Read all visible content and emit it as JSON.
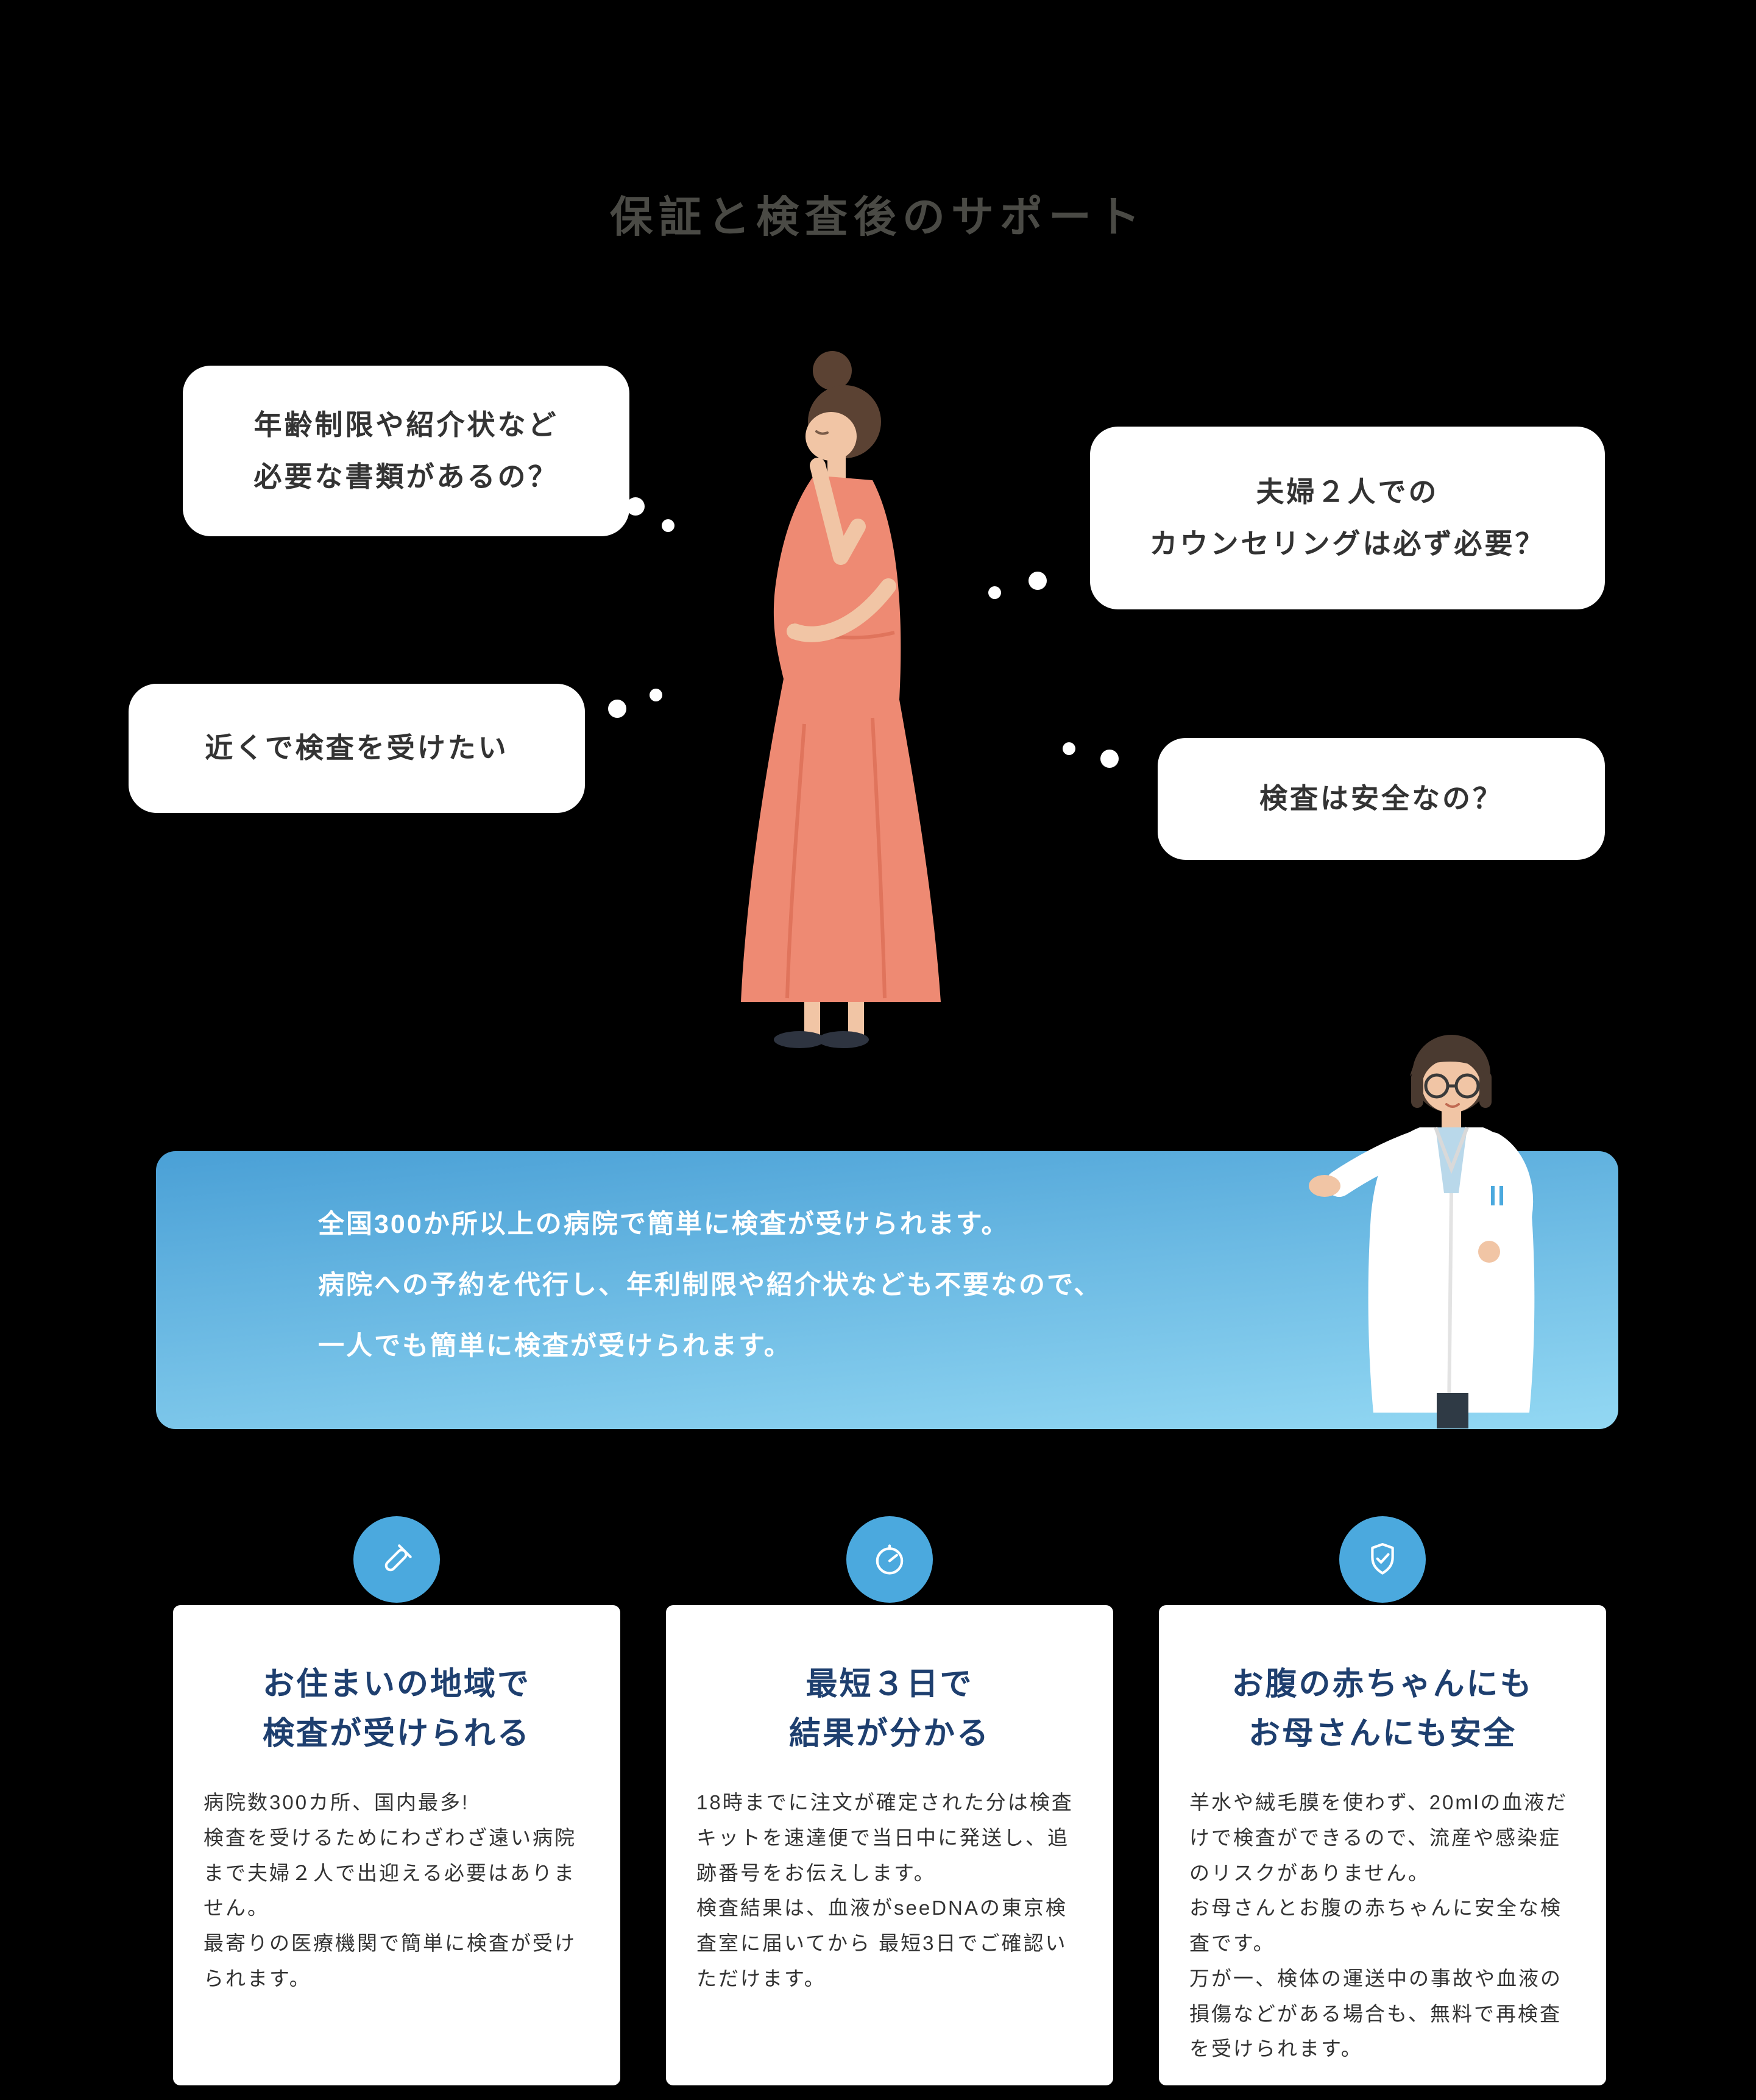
{
  "page": {
    "title": "保証と検査後のサポート"
  },
  "thought_bubbles": [
    {
      "name": "documents",
      "text": "年齢制限や紹介状など\n必要な書類があるの？"
    },
    {
      "name": "counseling",
      "text": "夫婦２人での\nカウンセリングは必ず必要？"
    },
    {
      "name": "nearby",
      "text": "近くで検査を受けたい"
    },
    {
      "name": "safety",
      "text": "検査は安全なの？"
    }
  ],
  "banner": {
    "text": "全国300か所以上の病院で簡単に検査が受けられます。\n病院への予約を代行し、年利制限や紹介状なども不要なので、\n一人でも簡単に検査が受けられます。"
  },
  "cards": [
    {
      "icon": "test-tube-icon",
      "title": "お住まいの地域で\n検査が受けられる",
      "body": "病院数300カ所、国内最多!\n検査を受けるためにわざわざ遠い病院まで夫婦２人で出迎える必要はありません。\n最寄りの医療機関で簡単に検査が受けられます。"
    },
    {
      "icon": "timer-icon",
      "title": "最短３日で\n結果が分かる",
      "body": "18時までに注文が確定された分は検査キットを速達便で当日中に発送し、追跡番号をお伝えします。\n検査結果は、血液がseeDNAの東京検査室に届いてから 最短3日でご確認いただけます。"
    },
    {
      "icon": "shield-check-icon",
      "title": "お腹の赤ちゃんにも\nお母さんにも安全",
      "body": "羊水や絨毛膜を使わず、20mlの血液だけで検査ができるので、流産や感染症のリスクがありません。\nお母さんとお腹の赤ちゃんに安全な検査です。\n万が一、検体の運送中の事故や血液の損傷などがある場合も、無料で再検査を受けられます。"
    }
  ],
  "illustrations": [
    {
      "name": "pregnant-woman-illustration"
    },
    {
      "name": "doctor-illustration"
    }
  ],
  "colors": {
    "background": "#000000",
    "accent_blue": "#4ba9de",
    "card_title_navy": "#1e3f6f",
    "banner_gradient_top": "#4aa0d6",
    "banner_gradient_bottom": "#93d8f3",
    "bubble_background": "#ffffff",
    "body_text": "#333333",
    "dress_coral": "#ee8a73"
  }
}
